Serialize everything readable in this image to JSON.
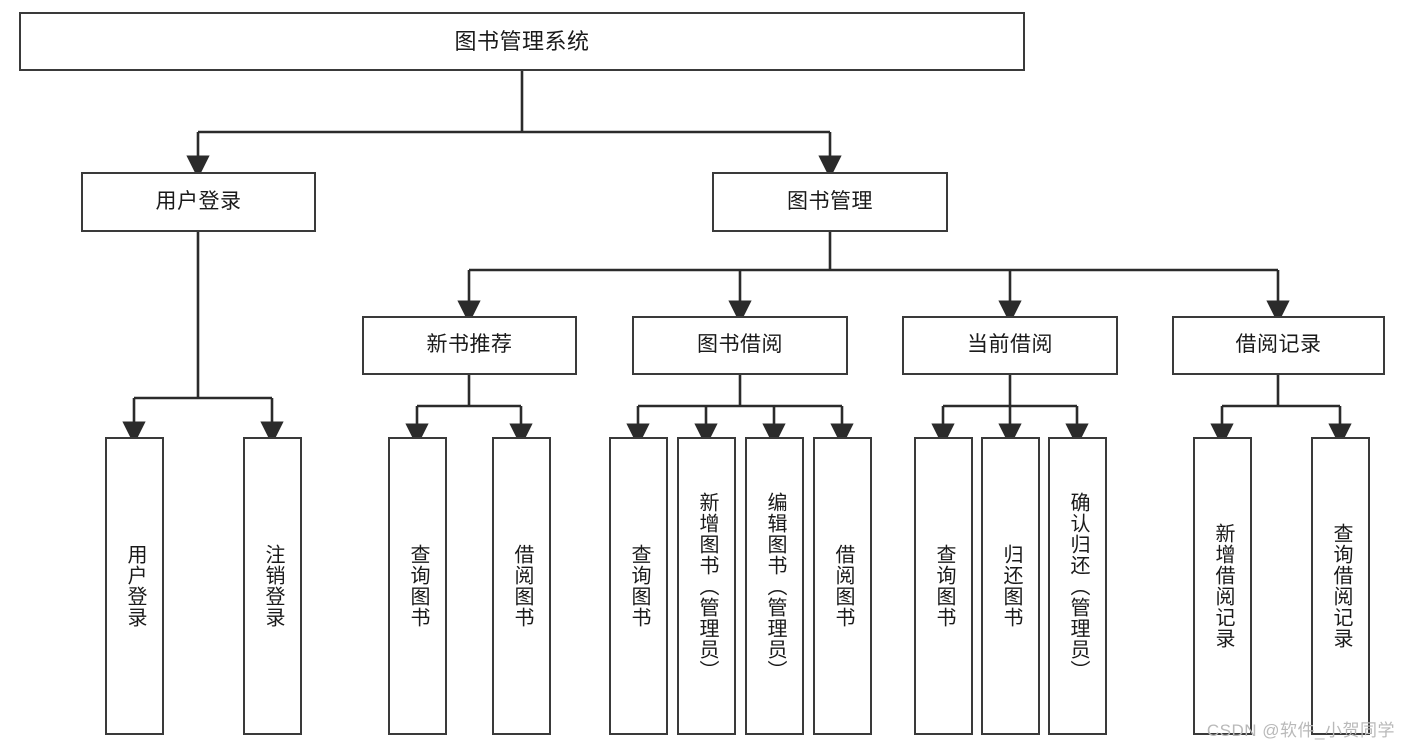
{
  "diagram": {
    "title": "图书管理系统",
    "type": "hierarchy-tree",
    "colors": {
      "box_border": "#3a3a3a",
      "box_fill": "#ffffff",
      "edge": "#2b2b2b",
      "text": "#1a1a1a",
      "watermark": "#b9b9b9"
    },
    "levels": {
      "root": [
        "图书管理系统"
      ],
      "level2": [
        "用户登录",
        "图书管理"
      ],
      "level3": [
        "新书推荐",
        "图书借阅",
        "当前借阅",
        "借阅记录"
      ],
      "level4": [
        "用户登录",
        "注销登录",
        "查询图书",
        "借阅图书",
        "查询图书",
        "新增图书（管理员）",
        "编辑图书（管理员）",
        "借阅图书",
        "查询图书",
        "归还图书",
        "确认归还（管理员）",
        "新增借阅记录",
        "查询借阅记录"
      ]
    },
    "nodes": {
      "root": {
        "label": "图书管理系统"
      },
      "user_login": {
        "label": "用户登录"
      },
      "book_manage": {
        "label": "图书管理"
      },
      "new_book_rec": {
        "label": "新书推荐"
      },
      "book_borrow": {
        "label": "图书借阅"
      },
      "current_borrow": {
        "label": "当前借阅"
      },
      "borrow_record": {
        "label": "借阅记录"
      },
      "leaf_user_login": {
        "label": "用户登录"
      },
      "leaf_logout": {
        "label": "注销登录"
      },
      "leaf_query_book_1": {
        "label": "查询图书"
      },
      "leaf_borrow_book_1": {
        "label": "借阅图书"
      },
      "leaf_query_book_2": {
        "label": "查询图书"
      },
      "leaf_add_book": {
        "label": "新增图书（管理员）"
      },
      "leaf_edit_book": {
        "label": "编辑图书（管理员）"
      },
      "leaf_borrow_book_2": {
        "label": "借阅图书"
      },
      "leaf_query_book_3": {
        "label": "查询图书"
      },
      "leaf_return_book": {
        "label": "归还图书"
      },
      "leaf_confirm_return": {
        "label": "确认归还（管理员）"
      },
      "leaf_add_record": {
        "label": "新增借阅记录"
      },
      "leaf_query_record": {
        "label": "查询借阅记录"
      }
    }
  },
  "watermark": {
    "text": "CSDN @软件_小贺同学"
  }
}
